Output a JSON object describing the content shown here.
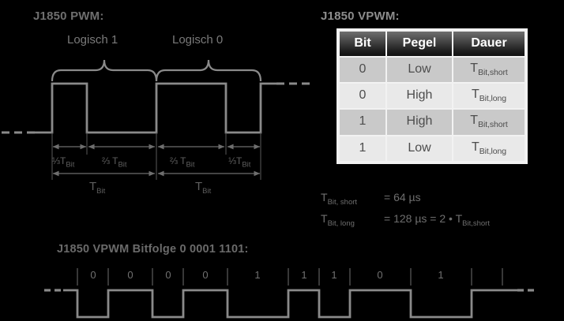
{
  "pwm": {
    "title": "J1850 PWM:",
    "brace_labels": [
      "Logisch 1",
      "Logisch 0"
    ],
    "segment_labels": [
      "⅓T",
      "⅔ T",
      "⅔ T",
      "⅓T"
    ],
    "segment_subscript": "Bit",
    "period_labels": [
      "T",
      "T"
    ],
    "period_subscript": "Bit",
    "line_color": "#8a8a8a"
  },
  "vpwm_table": {
    "title": "J1850 VPWM:",
    "headers": [
      "Bit",
      "Pegel",
      "Dauer"
    ],
    "rows": [
      {
        "bit": "0",
        "pegel": "Low",
        "dauer_base": "T",
        "dauer_sub": "Bit,short"
      },
      {
        "bit": "0",
        "pegel": "High",
        "dauer_base": "T",
        "dauer_sub": "Bit,long"
      },
      {
        "bit": "1",
        "pegel": "High",
        "dauer_base": "T",
        "dauer_sub": "Bit,short"
      },
      {
        "bit": "1",
        "pegel": "Low",
        "dauer_base": "T",
        "dauer_sub": "Bit,long"
      }
    ],
    "header_bg_dark": "#101010",
    "row_bg_odd": "#c9c9c9",
    "row_bg_even": "#e9e9e9"
  },
  "formulas": [
    {
      "symbol": "T",
      "symbol_sub": "Bit, short",
      "expression": "= 64 µs",
      "expr_tail": "",
      "tail_sub": ""
    },
    {
      "symbol": "T",
      "symbol_sub": "Bit, long",
      "expression": "= 128 µs = 2 • ",
      "expr_tail": "T",
      "tail_sub": "Bit,short"
    }
  ],
  "bitstream": {
    "title": "J1850 VPWM Bitfolge 0 0001 1101:",
    "bits": [
      "0",
      "0",
      "0",
      "0",
      "1",
      "1",
      "1",
      "0",
      "1"
    ],
    "levels": [
      "low",
      "high",
      "low",
      "high",
      "high",
      "low",
      "high",
      "low",
      "high"
    ],
    "durations": [
      "short",
      "long",
      "short",
      "long",
      "short",
      "long",
      "long",
      "long",
      "short"
    ]
  },
  "colors": {
    "background": "#000000",
    "waveform": "#8a8a8a",
    "text": "#7d7d7d",
    "tick": "#565656"
  }
}
